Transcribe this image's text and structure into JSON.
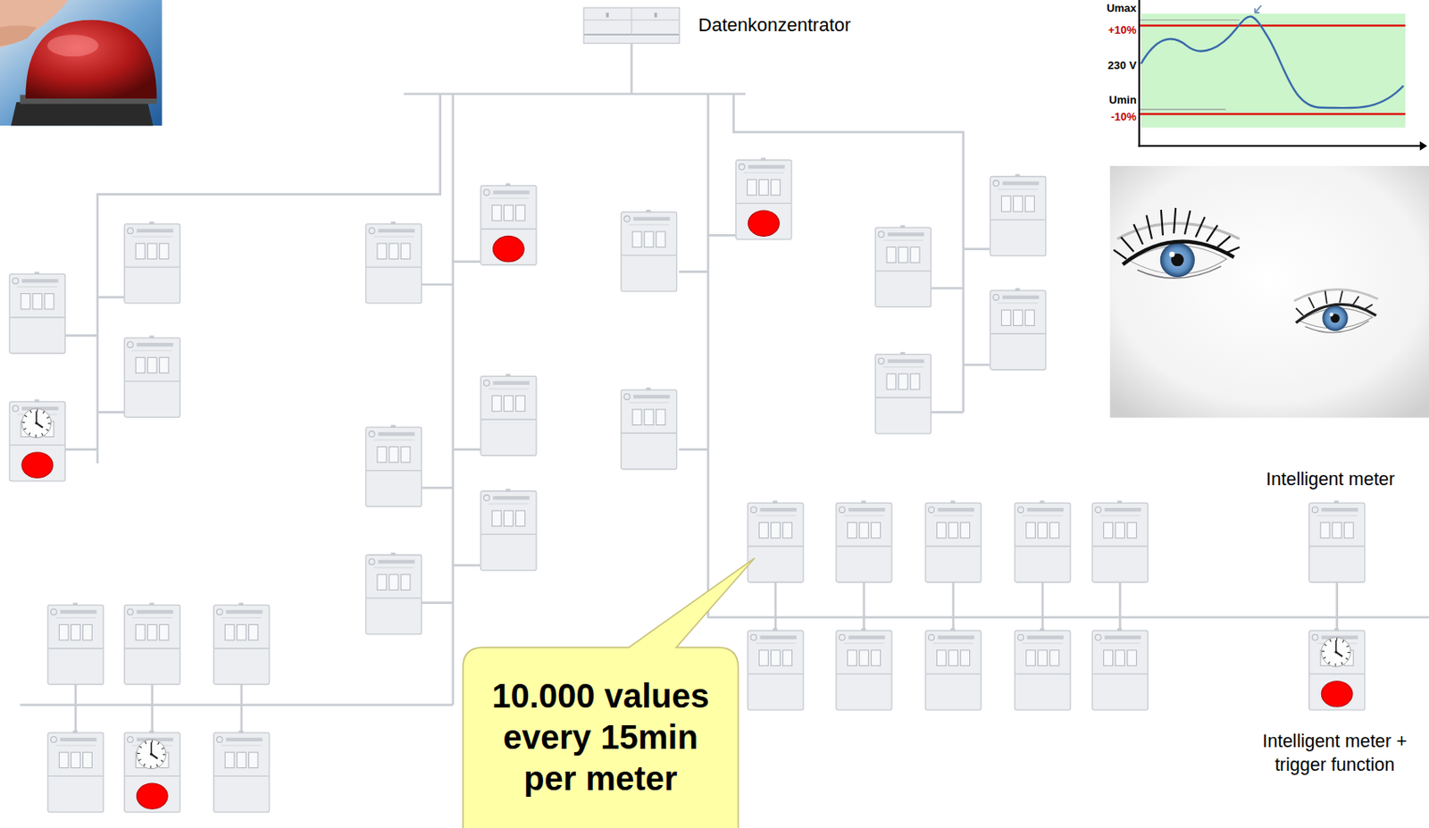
{
  "diagram": {
    "nodes": [
      {
        "text": [
          "Datenkonzentrator"
        ]
      },
      {
        "text": [
          "Intelligent meter"
        ]
      },
      {
        "text": [
          "10.000 values every 15min per meter"
        ]
      },
      {
        "text": [
          "Intelligent meter + trigger function"
        ]
      }
    ],
    "labels": [
      "Umax",
      "+10%",
      "230 V",
      "Umin",
      "-10%"
    ]
  }
}
